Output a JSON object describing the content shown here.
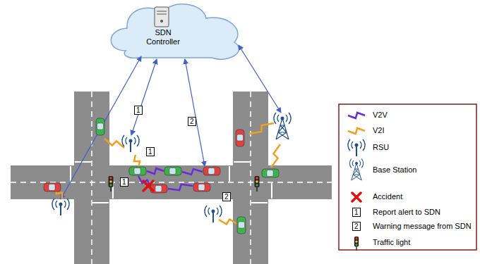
{
  "diagram": {
    "nodes": [
      {
        "text": [
          "SDN Controller"
        ]
      }
    ],
    "labels": [
      "1",
      "1",
      "1",
      "2",
      "2",
      "1",
      "2"
    ],
    "legend": [
      {
        "text": "V2V"
      },
      {
        "text": "V2I"
      },
      {
        "text": "RSU"
      },
      {
        "text": "Base Station"
      },
      {
        "text": "Accident"
      },
      {
        "text": "Report alert to SDN"
      },
      {
        "text": "Warning message from SDN"
      },
      {
        "text": "Traffic light"
      }
    ]
  }
}
